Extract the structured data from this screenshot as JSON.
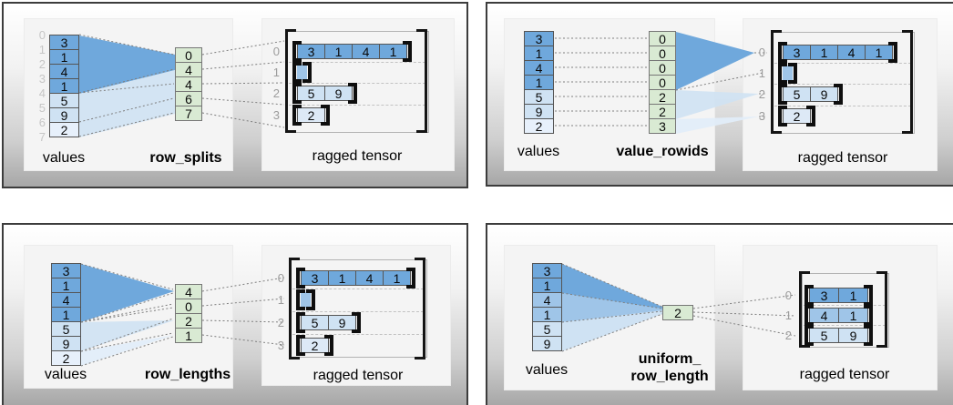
{
  "colors": {
    "blue_dark": "#6fa8dc",
    "blue_mid": "#9fc5e8",
    "blue_light": "#cfe2f3",
    "blue_pale": "#dde9f6",
    "green": "#d9ead3",
    "panel_border": "#3c3c3c",
    "index_gray": "#c6c6c6",
    "row_index_gray": "#9c9c9c"
  },
  "panels": [
    {
      "name": "row_splits",
      "values_label": "values",
      "partition_label": "row_splits",
      "tensor_label": "ragged tensor",
      "value_indices": [
        "0",
        "1",
        "2",
        "3",
        "4",
        "5",
        "6",
        "7"
      ],
      "values": [
        "3",
        "1",
        "4",
        "1",
        "5",
        "9",
        "2"
      ],
      "partition": [
        "0",
        "4",
        "4",
        "6",
        "7"
      ],
      "row_indices": [
        "0",
        "1",
        "2",
        "3"
      ],
      "rows": [
        [
          "3",
          "1",
          "4",
          "1"
        ],
        [],
        [
          "5",
          "9"
        ],
        [
          "2"
        ]
      ]
    },
    {
      "name": "value_rowids",
      "values_label": "values",
      "partition_label": "value_rowids",
      "tensor_label": "ragged tensor",
      "values": [
        "3",
        "1",
        "4",
        "1",
        "5",
        "9",
        "2"
      ],
      "partition": [
        "0",
        "0",
        "0",
        "0",
        "2",
        "2",
        "3"
      ],
      "row_indices": [
        "0",
        "1",
        "2",
        "3"
      ],
      "rows": [
        [
          "3",
          "1",
          "4",
          "1"
        ],
        [],
        [
          "5",
          "9"
        ],
        [
          "2"
        ]
      ]
    },
    {
      "name": "row_lengths",
      "values_label": "values",
      "partition_label": "row_lengths",
      "tensor_label": "ragged tensor",
      "values": [
        "3",
        "1",
        "4",
        "1",
        "5",
        "9",
        "2"
      ],
      "partition": [
        "4",
        "0",
        "2",
        "1"
      ],
      "row_indices": [
        "0",
        "1",
        "2",
        "3"
      ],
      "rows": [
        [
          "3",
          "1",
          "4",
          "1"
        ],
        [],
        [
          "5",
          "9"
        ],
        [
          "2"
        ]
      ]
    },
    {
      "name": "uniform_row_length",
      "values_label": "values",
      "partition_label": "uniform_\nrow_length",
      "tensor_label": "ragged tensor",
      "values": [
        "3",
        "1",
        "4",
        "1",
        "5",
        "9"
      ],
      "partition": [
        "2"
      ],
      "row_indices": [
        "0",
        "1",
        "2"
      ],
      "rows": [
        [
          "3",
          "1"
        ],
        [
          "4",
          "1"
        ],
        [
          "5",
          "9"
        ]
      ]
    }
  ]
}
